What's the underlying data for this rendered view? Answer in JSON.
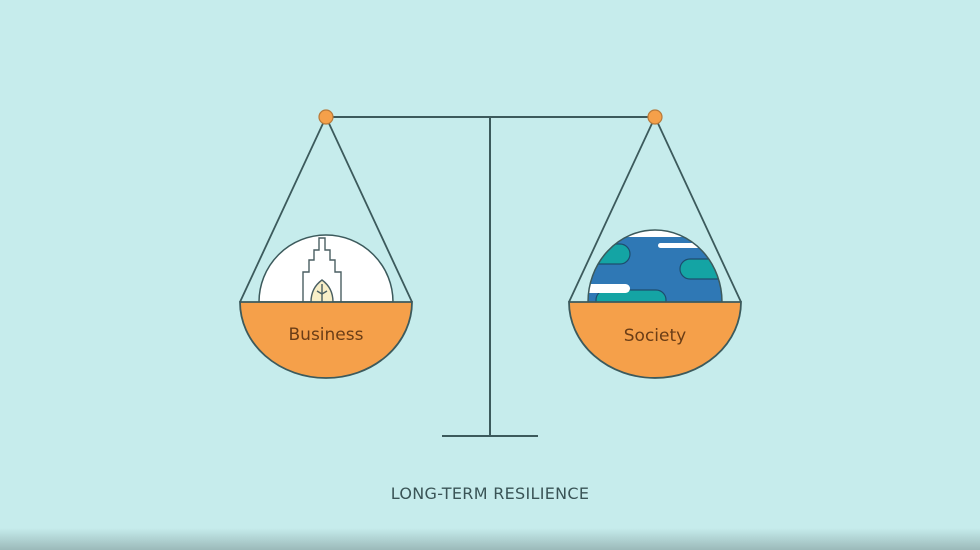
{
  "scene": {
    "caption": "LONG-TERM RESILIENCE",
    "left_pan": {
      "label": "Business",
      "icon": "building-with-leaf-icon"
    },
    "right_pan": {
      "label": "Society",
      "icon": "globe-icon"
    }
  },
  "colors": {
    "background": "#c6ecec",
    "line": "#3c5a5c",
    "pan_fill": "#f5a04a",
    "ocean": "#2f78b5",
    "land": "#14a4a4",
    "bubble": "#ffffff"
  }
}
